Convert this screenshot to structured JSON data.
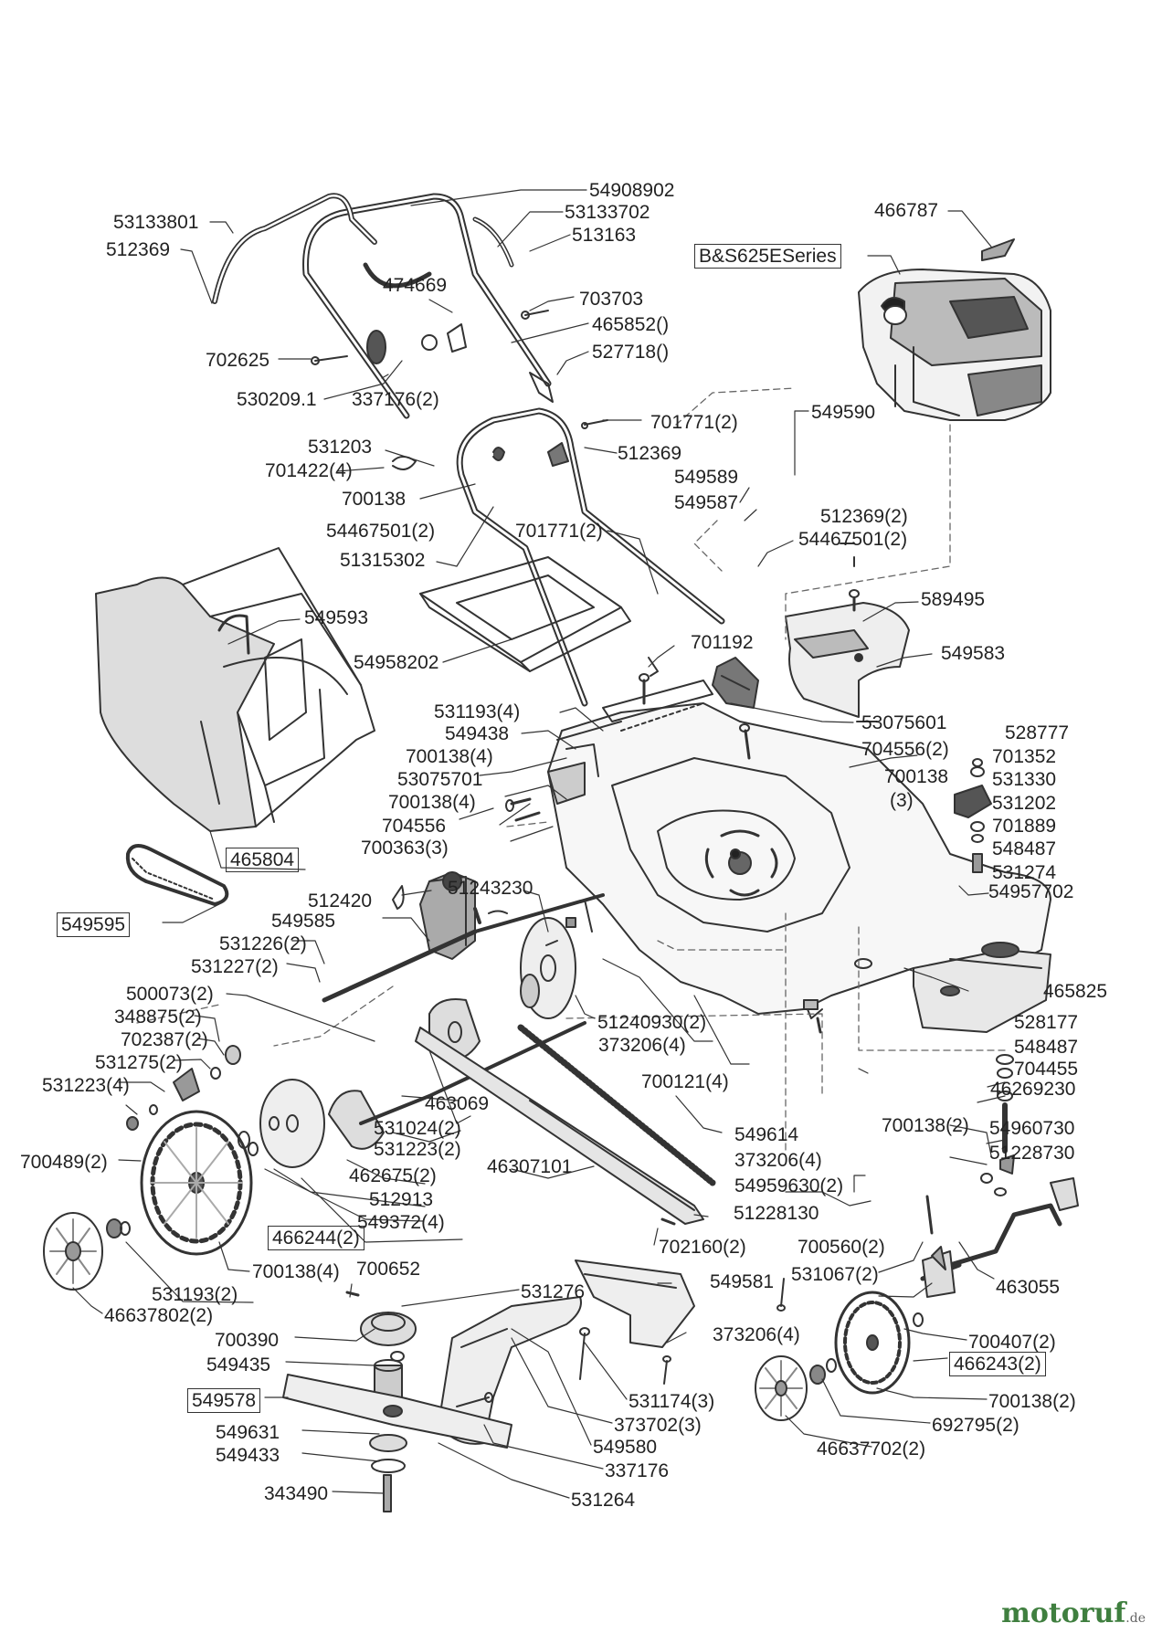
{
  "diagram": {
    "watermark": {
      "brand": "motoruf",
      "tld": ".de",
      "accent_color": "#e08a1e",
      "brand_color": "#3f7f3f"
    },
    "line_color": "#333333",
    "labels": [
      {
        "id": "l1",
        "text": "54908902",
        "boxed": false
      },
      {
        "id": "l2",
        "text": "53133702",
        "boxed": false
      },
      {
        "id": "l3",
        "text": "53133801",
        "boxed": false
      },
      {
        "id": "l4",
        "text": "513163",
        "boxed": false
      },
      {
        "id": "l5",
        "text": "512369",
        "boxed": false
      },
      {
        "id": "l6",
        "text": "466787",
        "boxed": false
      },
      {
        "id": "l7",
        "text": "B&S625ESeries",
        "boxed": true
      },
      {
        "id": "l8",
        "text": "474669",
        "boxed": false
      },
      {
        "id": "l9",
        "text": "703703",
        "boxed": false
      },
      {
        "id": "l10",
        "text": "465852()",
        "boxed": false
      },
      {
        "id": "l11",
        "text": "527718()",
        "boxed": false
      },
      {
        "id": "l12",
        "text": "702625",
        "boxed": false
      },
      {
        "id": "l13",
        "text": "530209.1",
        "boxed": false
      },
      {
        "id": "l14",
        "text": "337176(2)",
        "boxed": false
      },
      {
        "id": "l15",
        "text": "701771(2)",
        "boxed": false
      },
      {
        "id": "l16",
        "text": "549590",
        "boxed": false
      },
      {
        "id": "l17",
        "text": "531203",
        "boxed": false
      },
      {
        "id": "l18",
        "text": "512369",
        "boxed": false
      },
      {
        "id": "l19",
        "text": "701422(4)",
        "boxed": false
      },
      {
        "id": "l20",
        "text": "549589",
        "boxed": false
      },
      {
        "id": "l21",
        "text": "700138",
        "boxed": false
      },
      {
        "id": "l22",
        "text": "549587",
        "boxed": false
      },
      {
        "id": "l23",
        "text": "54467501(2)",
        "boxed": false
      },
      {
        "id": "l24",
        "text": "512369(2)",
        "boxed": false
      },
      {
        "id": "l25",
        "text": "701771(2)",
        "boxed": false
      },
      {
        "id": "l26",
        "text": "54467501(2)",
        "boxed": false
      },
      {
        "id": "l27",
        "text": "51315302",
        "boxed": false
      },
      {
        "id": "l28",
        "text": "589495",
        "boxed": false
      },
      {
        "id": "l29",
        "text": "549593",
        "boxed": false
      },
      {
        "id": "l30",
        "text": "701192",
        "boxed": false
      },
      {
        "id": "l31",
        "text": "549583",
        "boxed": false
      },
      {
        "id": "l32",
        "text": "54958202",
        "boxed": false
      },
      {
        "id": "l33",
        "text": "531193(4)",
        "boxed": false
      },
      {
        "id": "l34",
        "text": "53075601",
        "boxed": false
      },
      {
        "id": "l35",
        "text": "549438",
        "boxed": false
      },
      {
        "id": "l36",
        "text": "704556(2)",
        "boxed": false
      },
      {
        "id": "l37",
        "text": "528777",
        "boxed": false
      },
      {
        "id": "l38",
        "text": "700138(4)",
        "boxed": false
      },
      {
        "id": "l39",
        "text": "701352",
        "boxed": false
      },
      {
        "id": "l40",
        "text": "53075701",
        "boxed": false
      },
      {
        "id": "l41",
        "text": "700138",
        "boxed": false
      },
      {
        "id": "l42",
        "text": "(3)",
        "boxed": false
      },
      {
        "id": "l43",
        "text": "531330",
        "boxed": false
      },
      {
        "id": "l44",
        "text": "700138(4)",
        "boxed": false
      },
      {
        "id": "l45",
        "text": "531202",
        "boxed": false
      },
      {
        "id": "l46",
        "text": "704556",
        "boxed": false
      },
      {
        "id": "l47",
        "text": "701889",
        "boxed": false
      },
      {
        "id": "l48",
        "text": "700363(3)",
        "boxed": false
      },
      {
        "id": "l49",
        "text": "548487",
        "boxed": false
      },
      {
        "id": "l50",
        "text": "465804",
        "boxed": true
      },
      {
        "id": "l51",
        "text": "531274",
        "boxed": false
      },
      {
        "id": "l52",
        "text": "51243230",
        "boxed": false
      },
      {
        "id": "l53",
        "text": "54957702",
        "boxed": false
      },
      {
        "id": "l54",
        "text": "512420",
        "boxed": false
      },
      {
        "id": "l55",
        "text": "549585",
        "boxed": false
      },
      {
        "id": "l56",
        "text": "549595",
        "boxed": true
      },
      {
        "id": "l57",
        "text": "531226(2)",
        "boxed": false
      },
      {
        "id": "l58",
        "text": "531227(2)",
        "boxed": false
      },
      {
        "id": "l59",
        "text": "465825",
        "boxed": false
      },
      {
        "id": "l60",
        "text": "500073(2)",
        "boxed": false
      },
      {
        "id": "l61",
        "text": "528177",
        "boxed": false
      },
      {
        "id": "l62",
        "text": "348875(2)",
        "boxed": false
      },
      {
        "id": "l63",
        "text": "51240930(2)",
        "boxed": false
      },
      {
        "id": "l64",
        "text": "702387(2)",
        "boxed": false
      },
      {
        "id": "l65",
        "text": "373206(4)",
        "boxed": false
      },
      {
        "id": "l66",
        "text": "548487",
        "boxed": false
      },
      {
        "id": "l67",
        "text": "531275(2)",
        "boxed": false
      },
      {
        "id": "l68",
        "text": "704455",
        "boxed": false
      },
      {
        "id": "l69",
        "text": "700121(4)",
        "boxed": false
      },
      {
        "id": "l70",
        "text": "531223(4)",
        "boxed": false
      },
      {
        "id": "l71",
        "text": "46269230",
        "boxed": false
      },
      {
        "id": "l72",
        "text": "463069",
        "boxed": false
      },
      {
        "id": "l73",
        "text": "700138(2)",
        "boxed": false
      },
      {
        "id": "l74",
        "text": "531024(2)",
        "boxed": false
      },
      {
        "id": "l75",
        "text": "54960730",
        "boxed": false
      },
      {
        "id": "l76",
        "text": "531223(2)",
        "boxed": false
      },
      {
        "id": "l77",
        "text": "549614",
        "boxed": false
      },
      {
        "id": "l78",
        "text": "700489(2)",
        "boxed": false
      },
      {
        "id": "l79",
        "text": "51228730",
        "boxed": false
      },
      {
        "id": "l80",
        "text": "46307101",
        "boxed": false
      },
      {
        "id": "l81",
        "text": "373206(4)",
        "boxed": false
      },
      {
        "id": "l82",
        "text": "462675(2)",
        "boxed": false
      },
      {
        "id": "l83",
        "text": "54959630(2)",
        "boxed": false
      },
      {
        "id": "l84",
        "text": "512913",
        "boxed": false
      },
      {
        "id": "l85",
        "text": "51228130",
        "boxed": false
      },
      {
        "id": "l86",
        "text": "549372(4)",
        "boxed": false
      },
      {
        "id": "l87",
        "text": "466244(2)",
        "boxed": true
      },
      {
        "id": "l88",
        "text": "702160(2)",
        "boxed": false
      },
      {
        "id": "l89",
        "text": "700560(2)",
        "boxed": false
      },
      {
        "id": "l90",
        "text": "700138(4)",
        "boxed": false
      },
      {
        "id": "l91",
        "text": "531067(2)",
        "boxed": false
      },
      {
        "id": "l92",
        "text": "531193(2)",
        "boxed": false
      },
      {
        "id": "l93",
        "text": "463055",
        "boxed": false
      },
      {
        "id": "l94",
        "text": "700652",
        "boxed": false
      },
      {
        "id": "l95",
        "text": "46637802(2)",
        "boxed": false
      },
      {
        "id": "l96",
        "text": "531276",
        "boxed": false
      },
      {
        "id": "l97",
        "text": "549581",
        "boxed": false
      },
      {
        "id": "l98",
        "text": "700390",
        "boxed": false
      },
      {
        "id": "l99",
        "text": "373206(4)",
        "boxed": false
      },
      {
        "id": "l100",
        "text": "700407(2)",
        "boxed": false
      },
      {
        "id": "l101",
        "text": "549435",
        "boxed": false
      },
      {
        "id": "l102",
        "text": "466243(2)",
        "boxed": true
      },
      {
        "id": "l103",
        "text": "549578",
        "boxed": true
      },
      {
        "id": "l104",
        "text": "531174(3)",
        "boxed": false
      },
      {
        "id": "l105",
        "text": "700138(2)",
        "boxed": false
      },
      {
        "id": "l106",
        "text": "549631",
        "boxed": false
      },
      {
        "id": "l107",
        "text": "373702(3)",
        "boxed": false
      },
      {
        "id": "l108",
        "text": "692795(2)",
        "boxed": false
      },
      {
        "id": "l109",
        "text": "549433",
        "boxed": false
      },
      {
        "id": "l110",
        "text": "549580",
        "boxed": false
      },
      {
        "id": "l111",
        "text": "46637702(2)",
        "boxed": false
      },
      {
        "id": "l112",
        "text": "337176",
        "boxed": false
      },
      {
        "id": "l113",
        "text": "343490",
        "boxed": false
      },
      {
        "id": "l114",
        "text": "531264",
        "boxed": false
      }
    ]
  }
}
